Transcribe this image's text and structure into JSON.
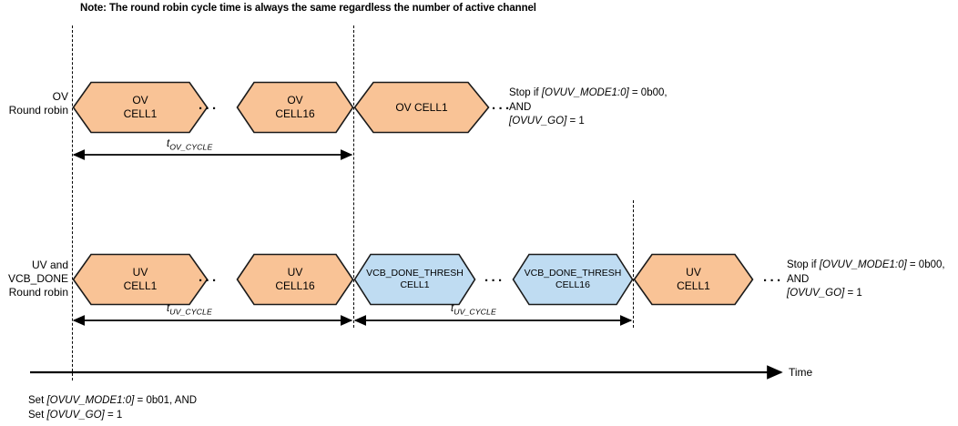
{
  "note": {
    "text": "Note: The round robin cycle time is always the same regardless the number of active channel"
  },
  "rows": {
    "ov": {
      "label": "OV\nRound robin",
      "blocks": [
        {
          "name": "ov-cell1",
          "text": "OV\nCELL1",
          "color": "#F9C396"
        },
        {
          "name": "ov-cell16",
          "text": "OV\nCELL16",
          "color": "#F9C396"
        },
        {
          "name": "ov-cell1-next",
          "text": "OV CELL1",
          "color": "#F9C396"
        }
      ],
      "ellipsis": "···",
      "cycle_label_t": "t",
      "cycle_label_sub": "OV_CYCLE",
      "stop_text_line1_a": "Stop if ",
      "stop_text_line1_b": "[OVUV_MODE1:0]",
      "stop_text_line1_c": " = 0b00,",
      "stop_text_line2": "AND",
      "stop_text_line3_a": "[OVUV_GO]",
      "stop_text_line3_b": " = 1"
    },
    "uv": {
      "label": "UV and\nVCB_DONE\nRound robin",
      "blocks": [
        {
          "name": "uv-cell1",
          "text": "UV\nCELL1",
          "color": "#F9C396"
        },
        {
          "name": "uv-cell16",
          "text": "UV\nCELL16",
          "color": "#F9C396"
        },
        {
          "name": "vcb-done-thresh-cell1",
          "text": "VCB_DONE_THRESH\nCELL1",
          "color": "#BFDCF2"
        },
        {
          "name": "vcb-done-thresh-cell16",
          "text": "VCB_DONE_THRESH\nCELL16",
          "color": "#BFDCF2"
        },
        {
          "name": "uv-cell1-next",
          "text": "UV\nCELL1",
          "color": "#F9C396"
        }
      ],
      "ellipsis": "···",
      "cycle_label_t": "t",
      "cycle_label_sub_1": "UV_CYCLE",
      "cycle_label_sub_2": "UV_CYCLE",
      "stop_text_line1_a": "Stop if ",
      "stop_text_line1_b": "[OVUV_MODE1:0]",
      "stop_text_line1_c": " = 0b00,",
      "stop_text_line2": "AND",
      "stop_text_line3_a": "[OVUV_GO]",
      "stop_text_line3_b": " = 1"
    }
  },
  "axis": {
    "label": "Time"
  },
  "trigger": {
    "line1_a": "Set ",
    "line1_b": "[OVUV_MODE1:0]",
    "line1_c": " = 0b01, AND",
    "line2_a": "Set ",
    "line2_b": "[OVUV_GO]",
    "line2_c": " = 1"
  },
  "colors": {
    "fill_orange": "#F9C396",
    "fill_blue": "#BFDCF2",
    "stroke": "#1a1a1a",
    "background": "#FFFFFF"
  }
}
